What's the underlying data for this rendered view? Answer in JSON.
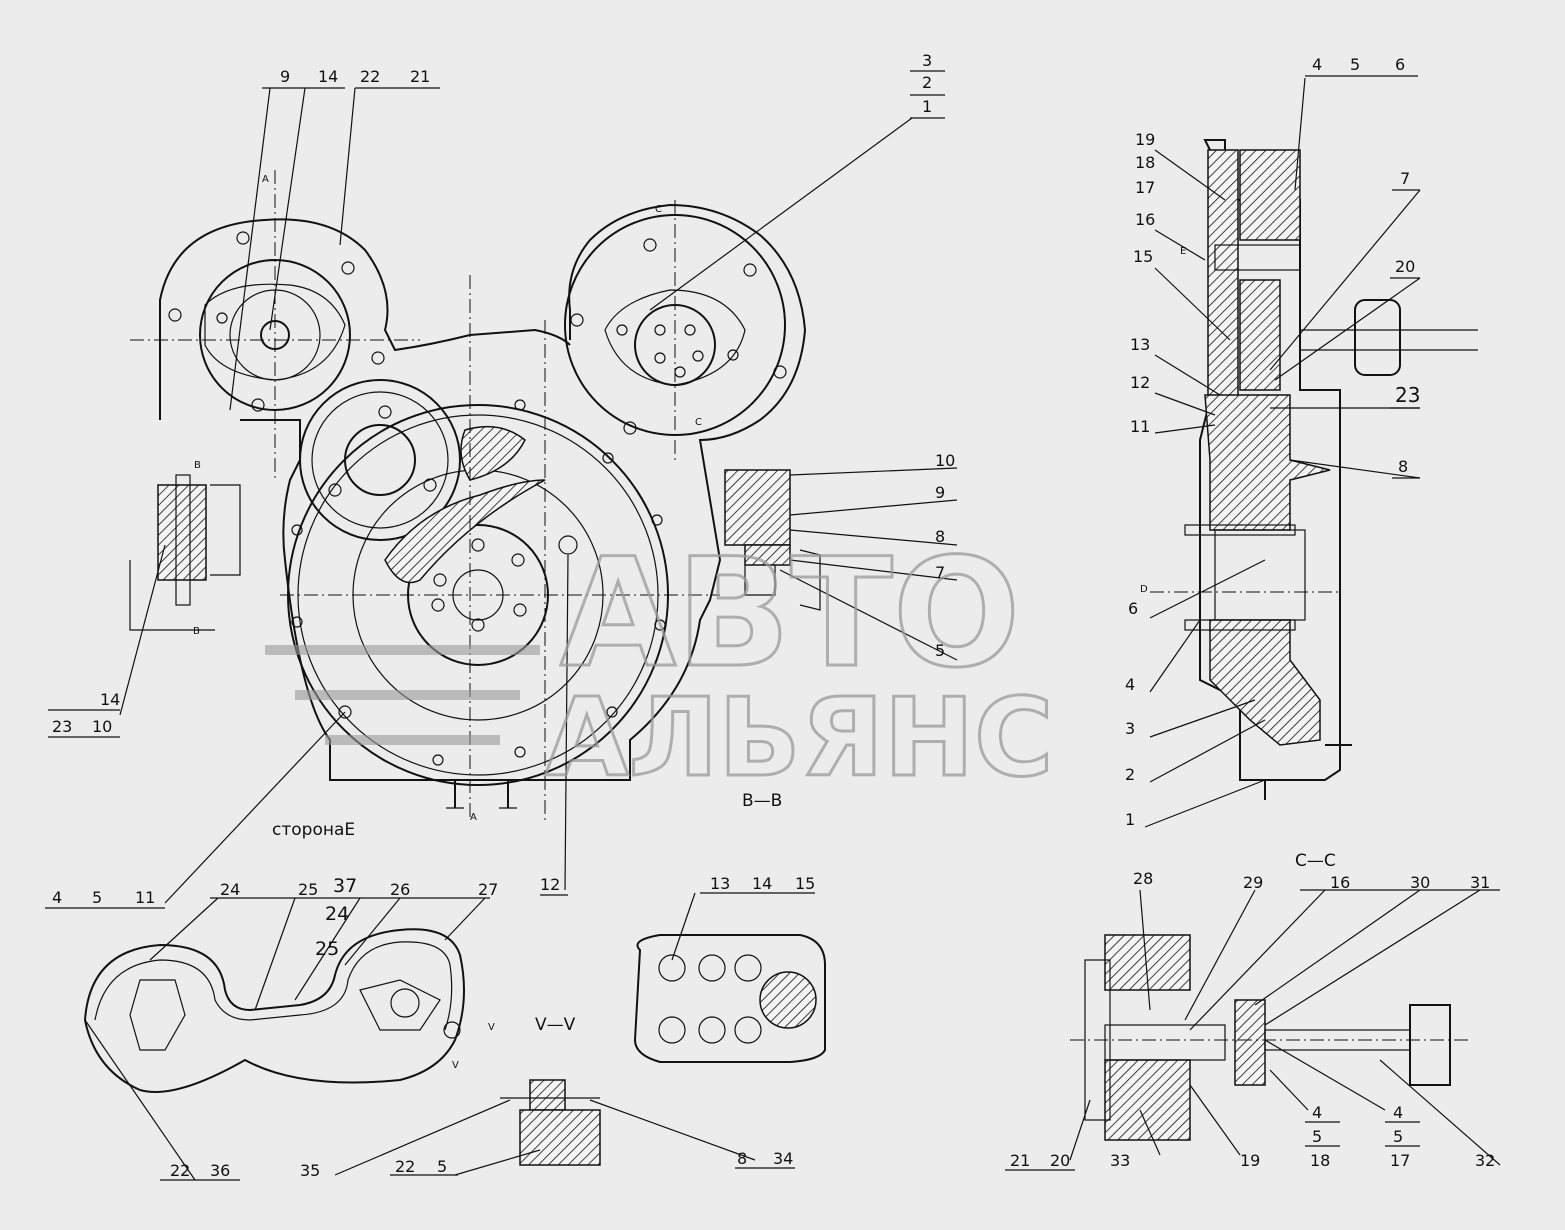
{
  "watermark": {
    "line1": "АВТО",
    "line2": "АЛЬЯНС"
  },
  "captions": {
    "side_e": "сторонаЕ",
    "section_bb": "B—B",
    "section_cc": "C—C",
    "section_vv": "V—V"
  },
  "section_marks": {
    "a": "A",
    "b": "B",
    "c": "C",
    "d": "D",
    "e": "E",
    "v": "V"
  },
  "callouts_main": [
    "9",
    "14",
    "22",
    "21",
    "3",
    "2",
    "1",
    "10",
    "9",
    "8",
    "7",
    "5",
    "14",
    "23",
    "10",
    "4",
    "5",
    "11",
    "12"
  ],
  "callouts_right": [
    "4",
    "5",
    "6",
    "19",
    "18",
    "17",
    "16",
    "15",
    "7",
    "20",
    "13",
    "12",
    "11",
    "23",
    "8",
    "6",
    "4",
    "3",
    "2",
    "1"
  ],
  "callouts_cc": [
    "28",
    "29",
    "16",
    "30",
    "31",
    "21",
    "20",
    "33",
    "19",
    "4",
    "5",
    "18",
    "4",
    "5",
    "17",
    "32"
  ],
  "callouts_bottom_left": [
    "24",
    "25",
    "37",
    "24",
    "25",
    "26",
    "27",
    "22",
    "36"
  ],
  "callouts_vv": [
    "35",
    "22",
    "5",
    "8",
    "34"
  ],
  "callouts_block": [
    "13",
    "14",
    "15"
  ]
}
